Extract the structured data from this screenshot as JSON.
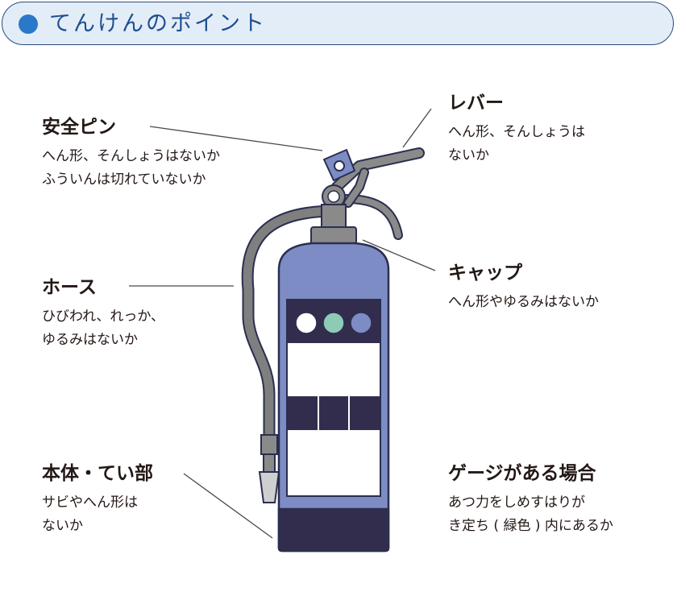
{
  "header": {
    "title": "てんけんのポイント"
  },
  "points": {
    "pin": {
      "title": "安全ピン",
      "lines": [
        "へん形、そんしょうはないか",
        "ふういんは切れていないか"
      ]
    },
    "hose": {
      "title": "ホース",
      "lines": [
        "ひびわれ、れっか、",
        "ゆるみはないか"
      ]
    },
    "body": {
      "title": "本体・てい部",
      "lines": [
        "サビやへん形は",
        "ないか"
      ]
    },
    "lever": {
      "title": "レバー",
      "lines": [
        "へん形、そんしょうは",
        "ないか"
      ]
    },
    "cap": {
      "title": "キャップ",
      "lines": [
        "へん形やゆるみはないか"
      ]
    },
    "gauge": {
      "title": "ゲージがある場合",
      "lines": [
        "あつ力をしめすはりが",
        "き定ち ( 緑色 ) 内にあるか"
      ]
    }
  },
  "colors": {
    "accent": "#2b78c8",
    "header_bg": "#e3edf8",
    "body_blue": "#7d8cc4",
    "lever_gray": "#8a8a8a",
    "dark_band": "#332d4d",
    "gauge_green": "#8ecbb6"
  }
}
